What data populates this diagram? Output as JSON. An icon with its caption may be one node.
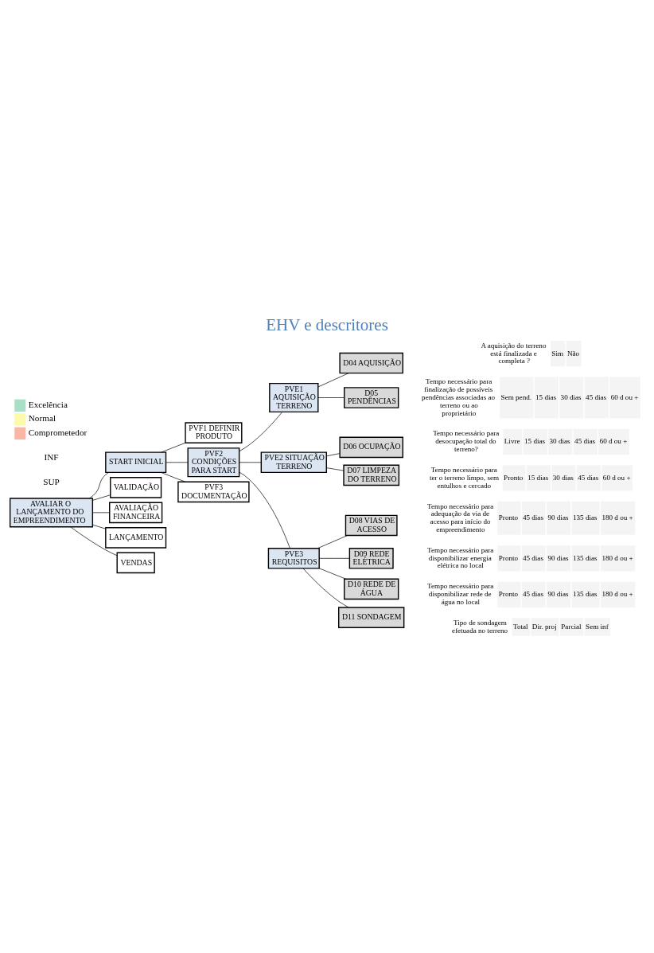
{
  "diagram": {
    "title": "EHV e descritores",
    "nodes": [
      {
        "text": [
          "AVALIAR O LANÇAMENTO DO EMPREENDIMENTO"
        ]
      },
      {
        "text": [
          "START INICIAL"
        ]
      },
      {
        "text": [
          "VALIDAÇÃO"
        ]
      },
      {
        "text": [
          "AVALIAÇÃO FINANCEIRA"
        ]
      },
      {
        "text": [
          "LANÇAMENTO"
        ]
      },
      {
        "text": [
          "VENDAS"
        ]
      },
      {
        "text": [
          "PVF1 DEFINIR PRODUTO"
        ]
      },
      {
        "text": [
          "PVF2 CONDIÇÕES PARA START"
        ]
      },
      {
        "text": [
          "PVF3 DOCUMENTAÇÃO"
        ]
      },
      {
        "text": [
          "PVE1 AQUISIÇÃO TERRENO"
        ]
      },
      {
        "text": [
          "PVE2 SITUAÇÃO TERRENO"
        ]
      },
      {
        "text": [
          "PVE3 REQUISITOS"
        ]
      },
      {
        "text": [
          "D04 AQUISIÇÃO"
        ],
        "beside": [
          "A aquisição do terreno está finalizada e completa ?",
          "Sim",
          "Não"
        ]
      },
      {
        "text": [
          "D05 PENDÊNCIAS"
        ],
        "beside": [
          "Tempo necessário para finalização de possíveis pendências associadas ao terreno ou ao proprietário",
          "Sem pend.",
          "15 dias",
          "30 dias",
          "45 dias",
          "60 d ou +"
        ]
      },
      {
        "text": [
          "D06 OCUPAÇÃO"
        ],
        "beside": [
          "Tempo necessário para desocupação total do terreno?",
          "Livre",
          "15 dias",
          "30 dias",
          "45 dias",
          "60 d ou +"
        ]
      },
      {
        "text": [
          "D07 LIMPEZA DO TERRENO"
        ],
        "beside": [
          "Tempo necessário para ter o terreno limpo, sem entulhos e cercado",
          "Pronto",
          "15 dias",
          "30 dias",
          "45 dias",
          "60 d ou +"
        ]
      },
      {
        "text": [
          "D08 VIAS DE ACESSO"
        ],
        "beside": [
          "Tempo necessário para adequação da via de acesso para início do empreendimento",
          "Pronto",
          "45 dias",
          "90 dias",
          "135 dias",
          "180 d ou +"
        ]
      },
      {
        "text": [
          "D09 REDE ELÉTRICA"
        ],
        "beside": [
          "Tempo necessário para disponibilizar energia elétrica no local",
          "Pronto",
          "45 dias",
          "90 dias",
          "135 dias",
          "180 d ou +"
        ]
      },
      {
        "text": [
          "D10 REDE DE ÁGUA"
        ],
        "beside": [
          "Tempo necessário para disponibilizar rede de água no local",
          "Pronto",
          "45 dias",
          "90 dias",
          "135 dias",
          "180 d ou +"
        ]
      },
      {
        "text": [
          "D11 SONDAGEM"
        ],
        "beside": [
          "Tipo de sondagem efetuada no terreno",
          "Total",
          "Dir. proj",
          "Parcial",
          "Sem inf"
        ]
      }
    ],
    "edges": [
      {
        "from": 0,
        "to": 1,
        "arrow": "none"
      },
      {
        "from": 0,
        "to": 2,
        "arrow": "none"
      },
      {
        "from": 0,
        "to": 3,
        "arrow": "none"
      },
      {
        "from": 0,
        "to": 4,
        "arrow": "none"
      },
      {
        "from": 0,
        "to": 5,
        "arrow": "none"
      },
      {
        "from": 1,
        "to": 6,
        "arrow": "none"
      },
      {
        "from": 1,
        "to": 7,
        "arrow": "none"
      },
      {
        "from": 1,
        "to": 8,
        "arrow": "none"
      },
      {
        "from": 7,
        "to": 9,
        "arrow": "none"
      },
      {
        "from": 7,
        "to": 10,
        "arrow": "none"
      },
      {
        "from": 7,
        "to": 11,
        "arrow": "none"
      },
      {
        "from": 9,
        "to": 12,
        "arrow": "none"
      },
      {
        "from": 9,
        "to": 13,
        "arrow": "none"
      },
      {
        "from": 10,
        "to": 14,
        "arrow": "none"
      },
      {
        "from": 10,
        "to": 15,
        "arrow": "none"
      },
      {
        "from": 11,
        "to": 16,
        "arrow": "none"
      },
      {
        "from": 11,
        "to": 17,
        "arrow": "none"
      },
      {
        "from": 11,
        "to": 18,
        "arrow": "none"
      },
      {
        "from": 11,
        "to": 19,
        "arrow": "none"
      }
    ],
    "labels": [
      "SUP",
      "INF"
    ],
    "legend": [
      {
        "text": "Excelência",
        "color": "#a9dfc5"
      },
      {
        "text": "Normal",
        "color": "#fdfba9"
      },
      {
        "text": "Comprometedor",
        "color": "#fbb5a5"
      }
    ]
  }
}
